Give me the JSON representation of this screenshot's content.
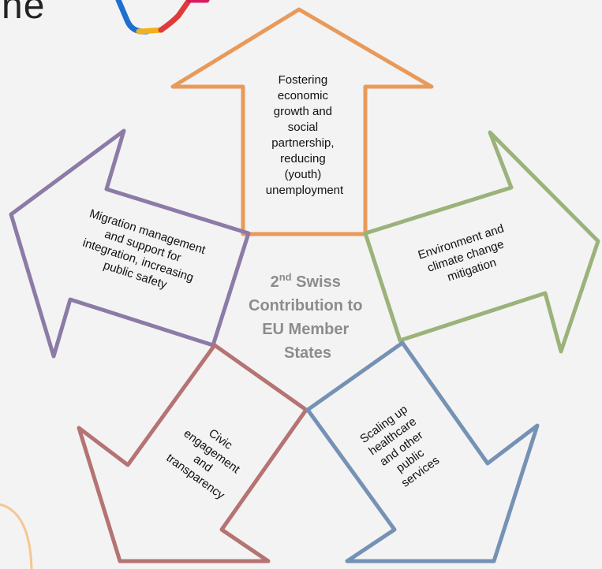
{
  "header": {
    "partial_title": "ne"
  },
  "center": {
    "line1_prefix": "2",
    "line1_sup": "nd",
    "line1_rest": " Swiss",
    "line2": "Contribution to",
    "line3": "EU Member",
    "line4": "States"
  },
  "arrows": {
    "top": {
      "color": "#e89a5a",
      "lines": [
        "Fostering",
        "economic",
        "growth and",
        "social",
        "partnership,",
        "reducing",
        "(youth)",
        "unemployment"
      ]
    },
    "left": {
      "color": "#8c7ba6",
      "lines": [
        "Migration management",
        "and support for",
        "integration, increasing",
        "public safety"
      ]
    },
    "right": {
      "color": "#9bb27a",
      "lines": [
        "Environment and",
        "climate change",
        "mitigation"
      ]
    },
    "bottom_left": {
      "color": "#b57373",
      "lines": [
        "Civic",
        "engagement",
        "and",
        "transparency"
      ]
    },
    "bottom_right": {
      "color": "#7592b5",
      "lines": [
        "Scaling up",
        "healthcare",
        "and other",
        "public",
        "services"
      ]
    }
  },
  "logo_colors": [
    "#1f6fd1",
    "#f2b01e",
    "#e03a3a",
    "#d81b60"
  ],
  "circle_color": "#f7c591"
}
